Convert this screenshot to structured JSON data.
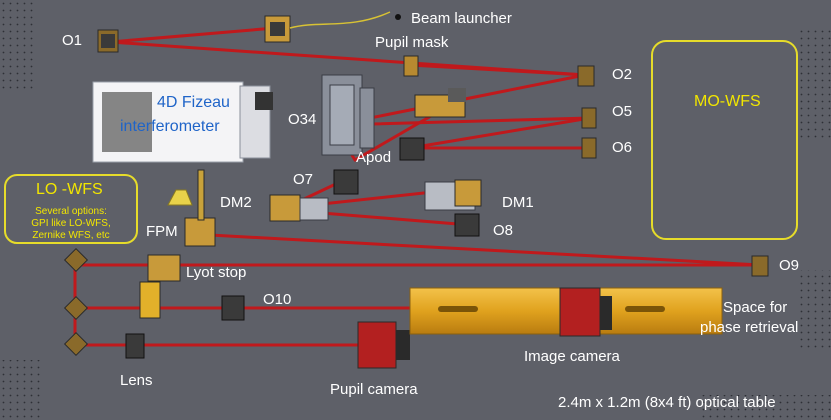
{
  "colors": {
    "table": "#5e6068",
    "beam": "#c0191c",
    "box": "#e6dc2a",
    "label": "#ffffff",
    "interferometer_text": "#1f64c8"
  },
  "labels": {
    "o1": "O1",
    "o2": "O2",
    "o34": "O34",
    "o5": "O5",
    "o6": "O6",
    "o7": "O7",
    "o8": "O8",
    "o9": "O9",
    "o10": "O10",
    "beam_launcher": "Beam launcher",
    "pupil_mask": "Pupil mask",
    "apod": "Apod",
    "dm1": "DM1",
    "dm2": "DM2",
    "fpm": "FPM",
    "lyot_stop": "Lyot stop",
    "lens": "Lens",
    "pupil_camera": "Pupil camera",
    "image_camera": "Image camera",
    "space_line1": "Space for",
    "space_line2": "phase retrieval",
    "table_size": "2.4m x 1.2m (8x4 ft) optical table",
    "interferometer_line1": "4D Fizeau",
    "interferometer_line2": "interferometer"
  },
  "boxes": {
    "mo_wfs": {
      "title": "MO-WFS"
    },
    "lo_wfs": {
      "title": "LO -WFS",
      "desc1": "Several options:",
      "desc2": "GPI like LO-WFS,",
      "desc3": "Zernike WFS, etc"
    }
  }
}
